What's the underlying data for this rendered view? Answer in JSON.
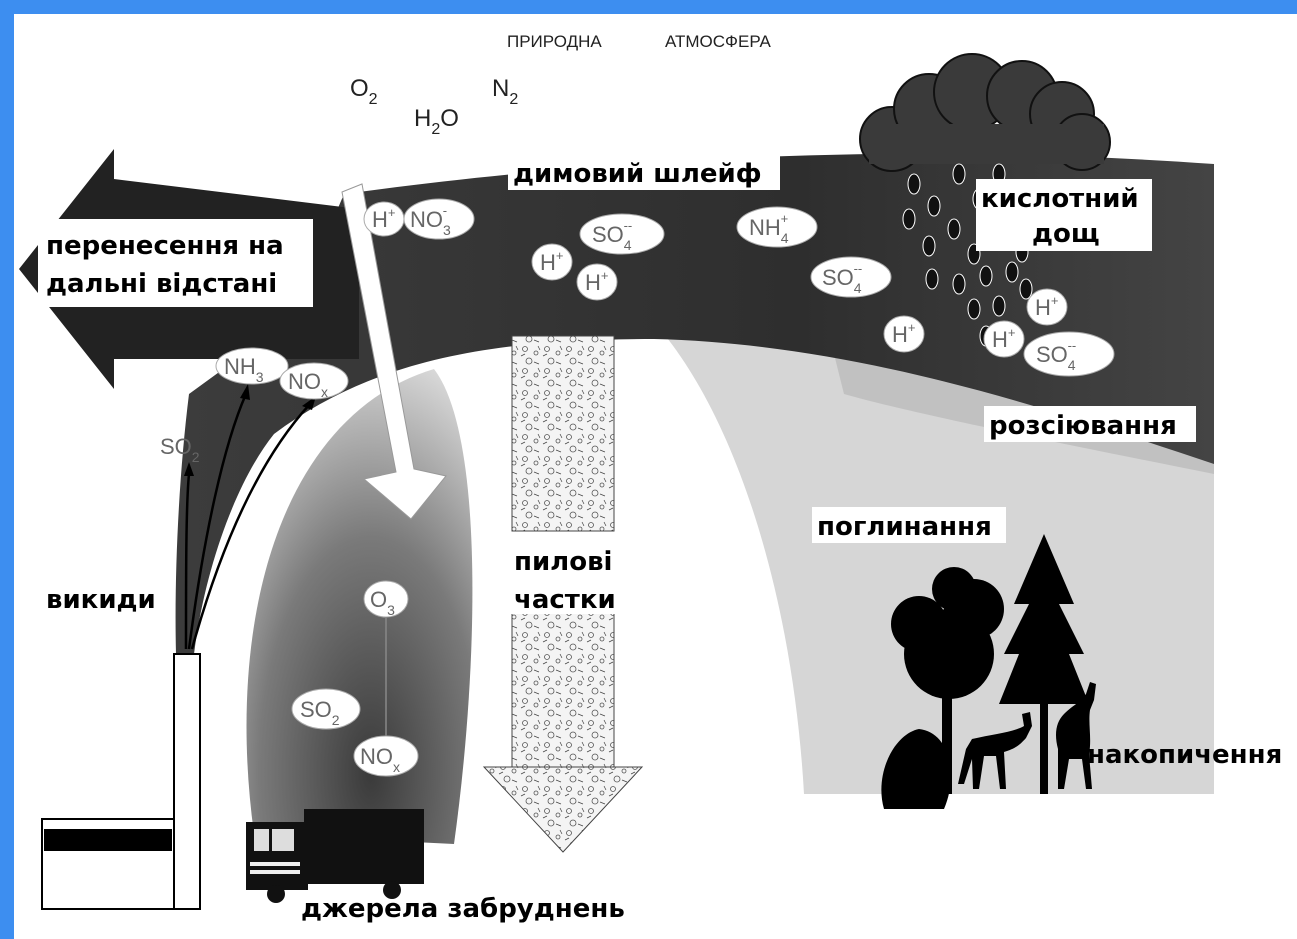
{
  "header": {
    "title_left": "ПРИРОДНА",
    "title_right": "АТМОСФЕРА"
  },
  "atmosphere_gases": [
    {
      "sym": "O",
      "sub": "2"
    },
    {
      "sym": "H",
      "sub": "2",
      "tail": "O"
    },
    {
      "sym": "N",
      "sub": "2"
    }
  ],
  "labels": {
    "plume": "димовий шлейф",
    "long_range_1": "перенесення на",
    "long_range_2": "дальні відстані",
    "acid_rain_1": "кислотний",
    "acid_rain_2": "дощ",
    "dispersion": "розсіювання",
    "absorption": "поглинання",
    "dust_1": "пилові",
    "dust_2": "частки",
    "emissions": "викиди",
    "accumulation": "накопичення",
    "sources": "джерела забруднень"
  },
  "ions": {
    "h_plus": {
      "sym": "H",
      "sup": "+"
    },
    "no3": {
      "sym": "NO",
      "sub": "3",
      "sup": "-"
    },
    "so4": {
      "sym": "SO",
      "sub": "4",
      "sup": "--"
    },
    "nh4": {
      "sym": "NH",
      "sub": "4",
      "sup": "+"
    }
  },
  "emission_species": {
    "so2": {
      "sym": "SO",
      "sub": "2"
    },
    "nh3": {
      "sym": "NH",
      "sub": "3"
    },
    "nox": {
      "sym": "NO",
      "sub": "x"
    },
    "o3": {
      "sym": "O",
      "sub": "3"
    }
  },
  "colors": {
    "frame": "#3d8ef0",
    "plume_dark": "#2a2a2a",
    "ground_light": "#d8d8d8"
  }
}
